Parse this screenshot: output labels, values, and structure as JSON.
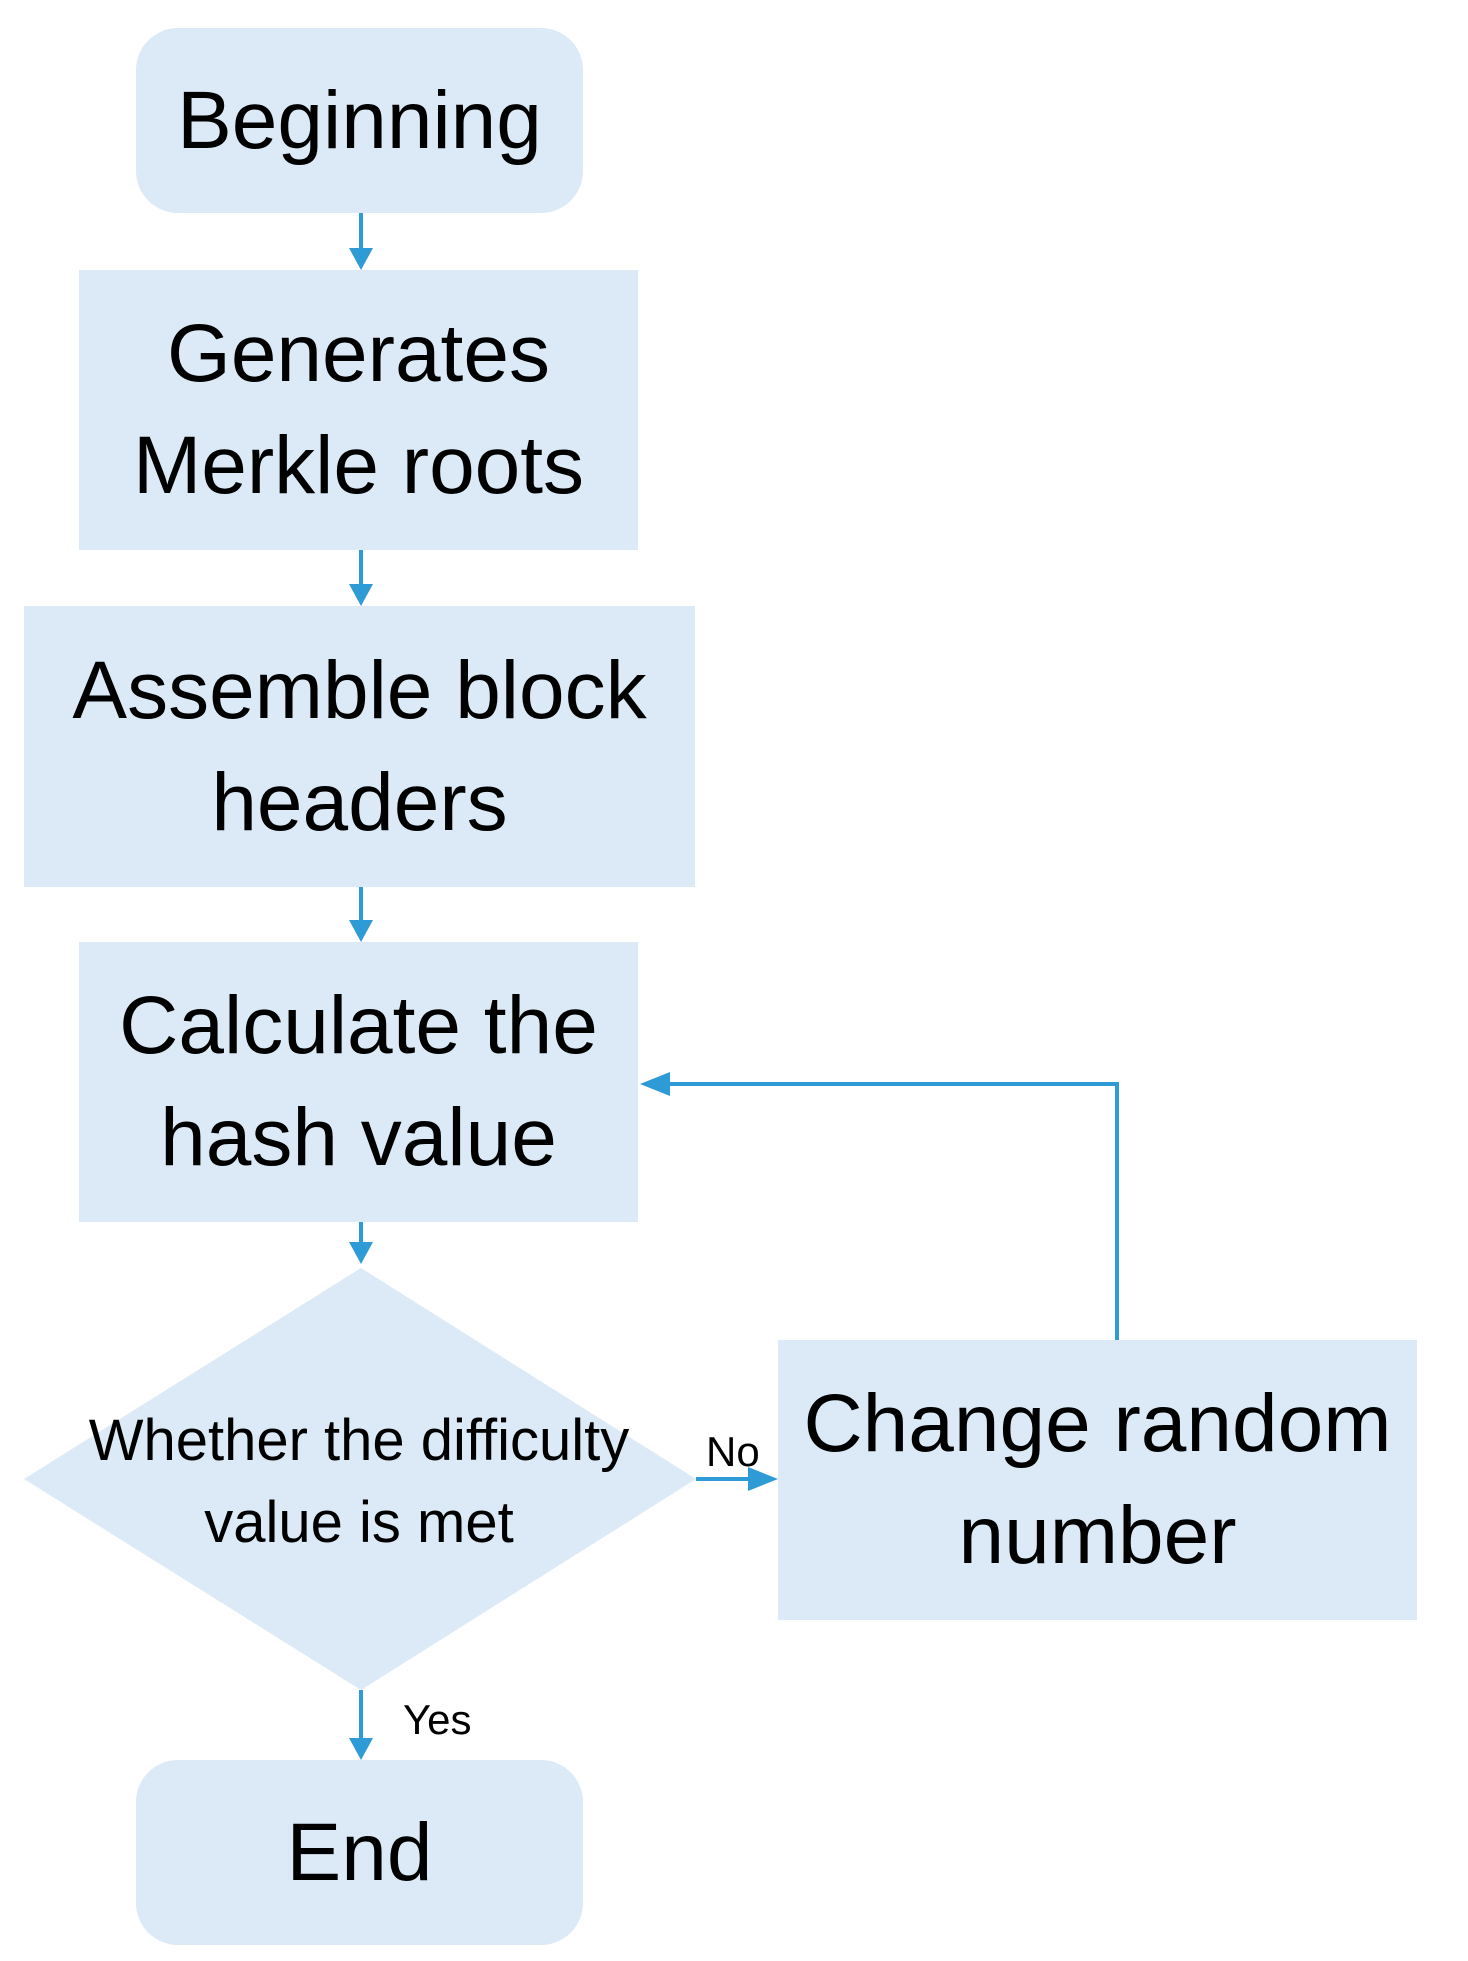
{
  "nodes": {
    "start": {
      "label": "Beginning"
    },
    "merkle": {
      "line1": "Generates",
      "line2": "Merkle roots"
    },
    "assemble": {
      "line1": "Assemble block",
      "line2": "headers"
    },
    "hash": {
      "line1": "Calculate the",
      "line2": "hash value"
    },
    "decision": {
      "line1": "Whether the difficulty",
      "line2": "value is met"
    },
    "change": {
      "line1": "Change random",
      "line2": "number"
    },
    "end": {
      "label": "End"
    }
  },
  "edges": {
    "no_label": "No",
    "yes_label": "Yes"
  },
  "colors": {
    "node_fill": "#dbeaf6",
    "arrow": "#2e9bd6",
    "text": "#000000"
  }
}
